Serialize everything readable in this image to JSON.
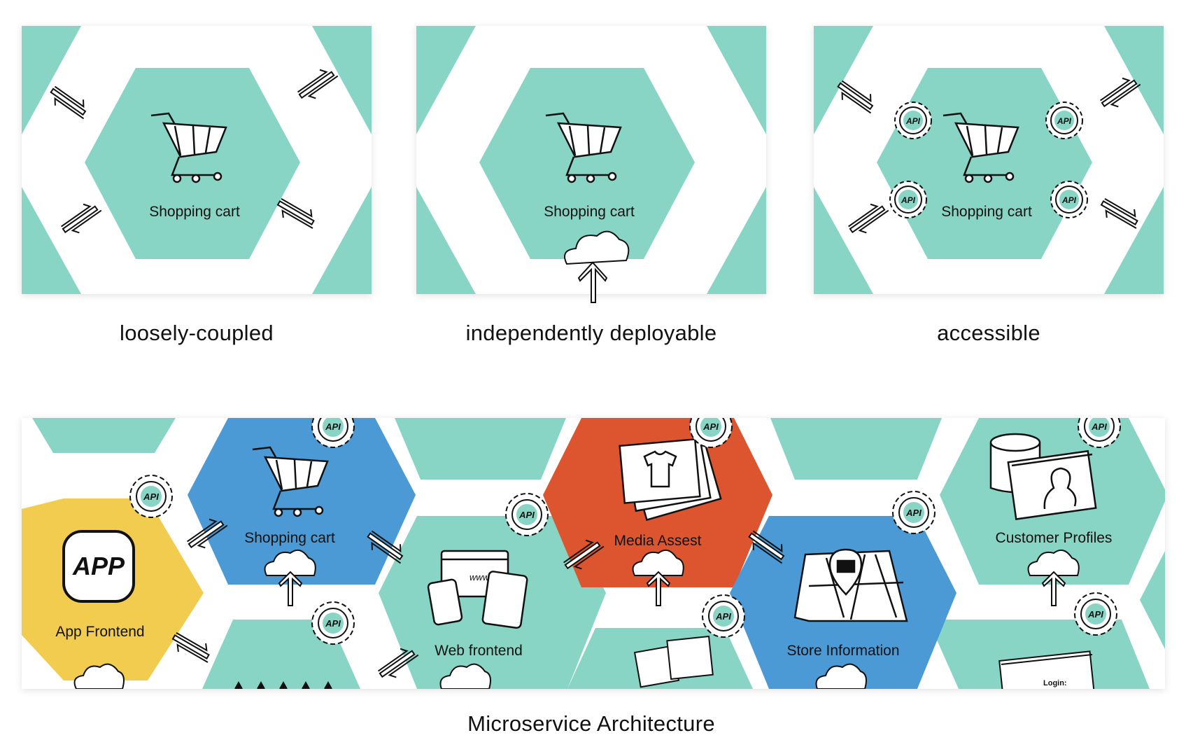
{
  "panels": [
    {
      "hex_label": "Shopping cart",
      "caption": "loosely-coupled"
    },
    {
      "hex_label": "Shopping cart",
      "caption": "independently deployable"
    },
    {
      "hex_label": "Shopping cart",
      "caption": "accessible"
    }
  ],
  "api_badge": "API",
  "architecture": {
    "caption": "Microservice Architecture",
    "services": {
      "app_frontend": "App Frontend",
      "app_icon": "APP",
      "shopping_cart": "Shopping cart",
      "web_frontend": "Web frontend",
      "www": "www",
      "media_assets": "Media Assest",
      "store_information": "Store Information",
      "customer_profiles": "Customer Profiles",
      "login": "Login:"
    }
  },
  "colors": {
    "teal": "#88D5C6",
    "blue": "#4B9AD6",
    "orange": "#DD552E",
    "yellow": "#F2CC4F",
    "ink": "#111111"
  }
}
